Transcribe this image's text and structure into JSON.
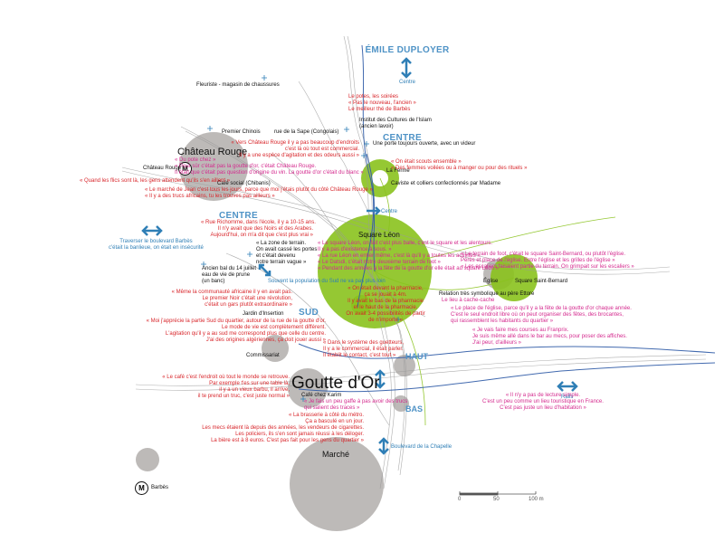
{
  "places": {
    "emile_duployer": "ÉMILE DUPLOYER",
    "centre_top": "Centre",
    "chateau_rouge_big": "Château Rouge",
    "chateau_rouge_metro": "Château Rouge",
    "goutte_dor": "Goutte d'Or",
    "square_leon": "Square Léon",
    "square_st_bernard": "Square Saint-Bernard",
    "marche": "Marché",
    "barbes_metro": "Barbès",
    "eglise": "Église",
    "la_ferme": "La Ferme",
    "commissariat": "Commissariat",
    "jardin": "Jardin d'Insertion",
    "cafe_karim": "Café chez Karim",
    "fleuriste": "Fleuriste - magasin de chaussures",
    "premier_chinois": "Premier Chinois",
    "rue_sape": "rue de la Sape (Congolais)",
    "cafe_social": "Café social (Chibanis)",
    "institut": "Institut des Cultures de l'Islam\n(ancien lavoir)",
    "caviste": "Caviste et colliers confectionnés par Madame",
    "ancien_bal": "Ancien bal du 14 juillet\neau de vie de prune\n(un banc)",
    "zone_terrain": "« La zone de terrain.\nOn avait cassé les portes\net c'était devenu\nnotre terrain vague »",
    "relation_eglise": "Relation très symbolique au père Ettore"
  },
  "sections": {
    "centre_a": "CENTRE",
    "centre_b": "CENTRE",
    "centre_small": "Centre",
    "sud": "SUD",
    "haut": "HAUT",
    "bas": "BAS",
    "rails": "Rails",
    "bd_chapelle": "Boulevard de la Chapelle",
    "traverser_barbes": "Traverser le boulevard Barbès\nc'était la banlieue, on était en insécurité",
    "souvent_population": "Souvent la population du Sud ne va pas plus loin",
    "porte_ouverte": "Une porte toujours ouverte, avec un videur"
  },
  "quotes": {
    "potes_soirees": "Le potes, les soirées\n« Pas le nouveau, l'ancien »\nLe meilleur thé de Barbès",
    "scouts": "« On était scouts ensemble »\n« Des femmes voilées ou à manger ou pour des rituels »",
    "vers_chateau": "« Vers Château Rouge il y a pas beaucoup d'endroits\nc'est là où tout est commercial.\nIl y a une espèce d'agitation et des odeurs aussi »",
    "du_pote": "« Du pote chez »\n« Pour sûr c'était pas la goutte d'or, c'était Château Rouge.\nIl était que c'était pas question d'origine du vin. La goutte d'or c'était du blanc »",
    "flics": "« Quand les flics sont là, les gens attendent qu'ils s'en aillent »",
    "marche_jean": "« Le marché de Jean c'est tous les jours, parce que moi j'étais plutôt du côté Château Rouge »\n« Il y a des trucs africains, tu les trouves pas ailleurs »",
    "rue_richomme": "« Rue Richomme, dans l'école, il y a 10-15 ans.\nIl n'y avait que des Noirs et des Arabes.\nAujourd'hui, on m'a dit que c'est plus vrai »",
    "square_leon_q": "« Le square Léon, on fait c'est plus balle, c'est le square et les alentours.\nIl y a pas d'existence à sous. »\n« La rue Léon en entier même, c'est là qu'il y a toutes les activités »\n« Le Datsdi, c'était notre deuxième terrain de foot »\n« Pendant des années à la fête de la goutte d'or elle était au square Léon »",
    "terrain_foot": "« Le terrain de foot, c'était le square Saint-Bernard, ou plutôt l'église.\nPérès et place de l'église. Entre l'église et les grilles de l'église »\n« Les escaliers faisaient partie du terrain. On grimpait sur les escaliers »",
    "communaute": "« Même la communauté africaine il y en avait pas.\nLe premier Noir c'était une révolution,\nc'était un gars plutôt extraordinaire »",
    "apprecie_sud": "« Moi j'apprécie la partie Sud du quartier, autour de la rue de la goutte d'or.\nLe mode de vie est complètement différent.\nL'agitation qu'il y a au sud me correspond plus que celle du centre.\nJ'ai des origines algériennes, ça doit jouer aussi »",
    "pharmacie": "« On était devant la pharmacie,\nça se jouait à 4m.\nIl y avait le bas de la pharmacie\net le haut de la pharmacie.\nOn avait 3-4 possibilités de partir\nde n'importe »",
    "place_eglise": "« Le place de l'église, parce qu'il y a la fête de la goutte d'or chaque année.\nC'est le seul endroit libre où on peut organiser des fêtes, des brocantes,\nqui rassemblent les habitants du quartier »",
    "franprix": "« Je vais faire mes courses au Franprix.\nJe suis même allé dans le bar au mecs, pour poser des affiches.\nJ'ai peur, d'ailleurs »",
    "guetteurs": "« Dans le système des guetteurs,\nIl y a le commercial, il était parler.\nIl établit le contact, c'est tout »",
    "reste_tous": "« Le café c'est l'endroit où tout le monde se retrouve.\nPar exemple t'es sur une table là,\nil y a un vieux barbu, il arrive,\nil te prend un truc, c'est juste normal »",
    "brasserie": "« La brasserie à côté du métro.\nÇa a basculé en un jour.\nLes mecs étaient là depuis des années, les vendeurs de cigarettes.\nLes policiers, ils s'en sont jamais réussi à les déloger.\nLa bière est à 8 euros. C'est pas fait pour les gens du quartier »",
    "karim": "« Je fais un peu gaffe à pas avoir des trucs\nqui salient des traces »",
    "lecture": "« Il n'y a pas de lecture simple.\nC'est un peu comme un lieu touristique en France.\nC'est pas juste un lieu d'habitation »",
    "lieu_cache": "Le lieu à cache-cache"
  },
  "scale": {
    "t0": "0",
    "t50": "50",
    "t100": "100 m"
  },
  "metro_symbol": "M",
  "colors": {
    "grey_circle": "#b2aeab",
    "green": "#8ac21d",
    "blue_line": "#2d5aa6",
    "label_blue": "#4f93c6",
    "red_text": "#d8262b",
    "magenta_text": "#d42a8e"
  }
}
